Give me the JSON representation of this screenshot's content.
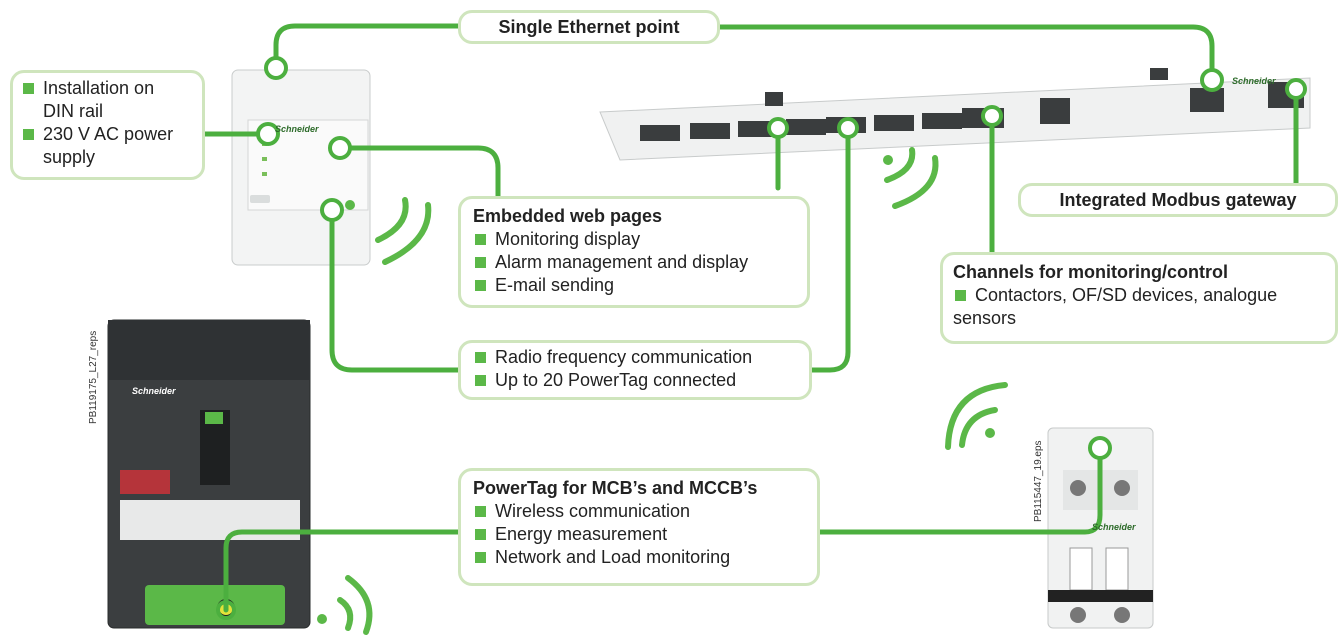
{
  "top_label": "Single Ethernet point",
  "install_box": {
    "items": [
      "Installation on",
      "DIN rail",
      "230 V AC power",
      "supply"
    ]
  },
  "web_box": {
    "title": "Embedded web pages",
    "items": [
      "Monitoring display",
      "Alarm management and display",
      "E-mail sending"
    ]
  },
  "radio_box": {
    "items": [
      "Radio frequency communication",
      "Up to 20 PowerTag connected"
    ]
  },
  "powertag_box": {
    "title": "PowerTag for MCB’s and MCCB’s",
    "items": [
      "Wireless communication",
      "Energy measurement",
      "Network and Load monitoring"
    ]
  },
  "channels_box": {
    "title": "Channels for monitoring/control",
    "items": [
      "Contactors, OF/SD devices, analogue",
      "sensors"
    ]
  },
  "modbus_label": "Integrated Modbus gateway",
  "photo_refs": {
    "left": "PB119175_L27_reps",
    "right": "PB115447_19.eps"
  },
  "brand": "Schneider",
  "colors": {
    "accent": "#5bb848",
    "box_border": "#cfe5bd",
    "line": "#4caf3f"
  }
}
